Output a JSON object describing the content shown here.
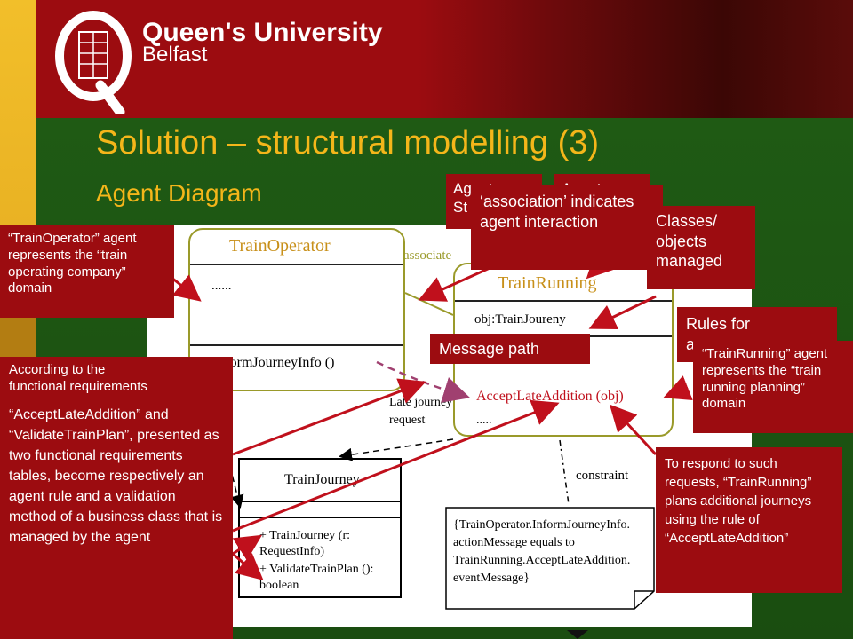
{
  "header": {
    "university_name_line1": "Queen's University",
    "university_name_line2": "Belfast",
    "logo_letter": "Q"
  },
  "slide": {
    "title": "Solution – structural modelling (3)",
    "subtitle": "Agent Diagram"
  },
  "diagram": {
    "train_operator": {
      "name": "TrainOperator",
      "attributes": "......",
      "operation": "InformJourneyInfo ()",
      "dots": "......"
    },
    "train_running": {
      "name": "TrainRunning",
      "attribute": "obj:TrainJoureny",
      "rule": "AcceptLateAddition (obj)",
      "dots": "....."
    },
    "train_journey": {
      "name": "TrainJourney",
      "op1": "+ TrainJourney (r:",
      "op1b": "RequestInfo)",
      "op2": "+ ValidateTrainPlan ():",
      "op2b": "boolean"
    },
    "constraint_note": {
      "line1": "{TrainOperator.InformJourneyInfo.",
      "line2": "actionMessage equals to",
      "line3": "TrainRunning.AcceptLateAddition.",
      "line4": "eventMessage}"
    },
    "labels": {
      "associate": "associate",
      "late_journey": "Late journey",
      "request": "request",
      "constraint": "constraint"
    }
  },
  "callouts": {
    "train_operator_desc": "“TrainOperator” agent represents the “train operating company” domain",
    "agent_s_partial_a": "Agent",
    "agent_s_partial_b": "St",
    "agent_partial": "Agent",
    "association": "‘association’ indicates agent interaction",
    "classes_objects": "Classes/ objects managed",
    "rules_for": "Rules for",
    "rules_for_partial": "a",
    "train_running_desc": "“TrainRunning” agent represents the “train running planning” domain",
    "message_path": "Message path",
    "according": "According to the",
    "according_partial": "functional requirements",
    "accept_late": "“AcceptLateAddition” and “ValidateTrainPlan”, presented as two functional requirements tables, become respectively an agent rule and a validation method of a business class that is managed by the agent",
    "respond": "To respond to such requests, “TrainRunning” plans additional journeys using the rule of “AcceptLateAddition”"
  },
  "colors": {
    "header_red": "#9c0c10",
    "green_bg": "#1e4d12",
    "gold": "#f4b61a",
    "uml_border": "#9a9a2a",
    "arrow_red": "#c0101c",
    "dashed_purple": "#a04070"
  }
}
